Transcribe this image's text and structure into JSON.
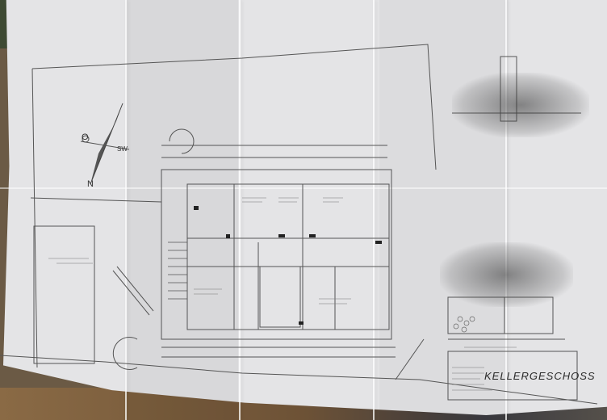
{
  "scene": {
    "subject": "Photograph of a folded paper architectural blueprint (basement floor plan)",
    "background": "Wooden table surface with greenery at top-left"
  },
  "drawing": {
    "title": "KELLERGESCHOSS",
    "compass": {
      "north": "N",
      "east": "O",
      "southwest": "SW"
    }
  },
  "colors": {
    "paper": "#e4e4e6",
    "ink": "#3a3a3a",
    "stain": "#444444"
  }
}
